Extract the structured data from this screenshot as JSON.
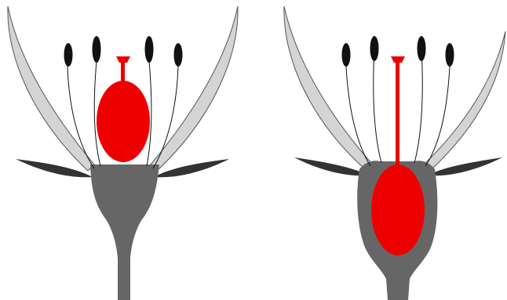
{
  "figures": [
    {
      "id": "superior-ovary-flower",
      "ovary_position": "superior"
    },
    {
      "id": "inferior-ovary-flower",
      "ovary_position": "inferior"
    }
  ],
  "colors": {
    "petal_fill": "#d4d4d4",
    "petal_stroke": "#555555",
    "sepal": "#333333",
    "receptacle": "#666666",
    "pistil": "#ee0000",
    "anther": "#111111",
    "filament": "#111111",
    "background": "#ffffff"
  }
}
